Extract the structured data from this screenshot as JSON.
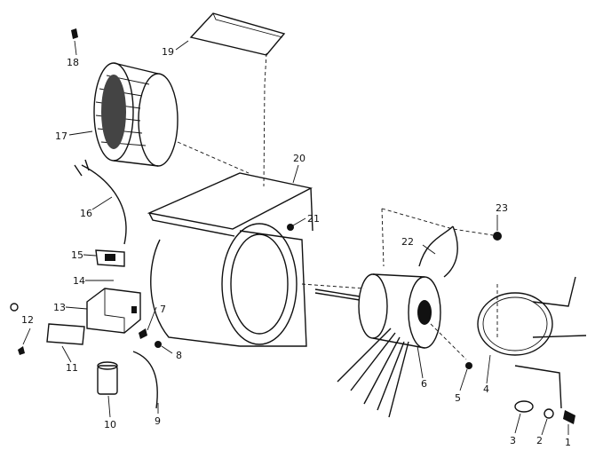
{
  "diagram": {
    "part_labels": {
      "p1": "1",
      "p2": "2",
      "p3": "3",
      "p4": "4",
      "p5": "5",
      "p6": "6",
      "p7": "7",
      "p8": "8",
      "p9": "9",
      "p10": "10",
      "p11": "11",
      "p12": "12",
      "p13": "13",
      "p14": "14",
      "p15": "15",
      "p16": "16",
      "p17": "17",
      "p18": "18",
      "p19": "19",
      "p20": "20",
      "p21": "21",
      "p22": "22",
      "p23": "23"
    }
  }
}
